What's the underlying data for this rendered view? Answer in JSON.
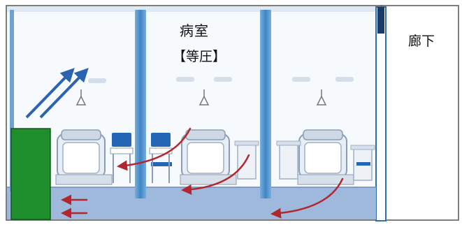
{
  "labels": {
    "room": "病室",
    "pressure": "【等圧】",
    "corridor": "廊下"
  },
  "colors": {
    "room_fill": "#f7fafc",
    "column": "#3f86c4",
    "column_light": "#78aee0",
    "floor": "#9eb9dc",
    "wall_blue": "#2f6fae",
    "door_green": "#1f8f2e",
    "airflow_red": "#b3262e",
    "intake_blue": "#2b63b0",
    "equipment_blue": "#2565b5"
  },
  "icons": [
    "intake-arrow-icon",
    "airflow-arrow-icon",
    "ceiling-light-icon"
  ]
}
